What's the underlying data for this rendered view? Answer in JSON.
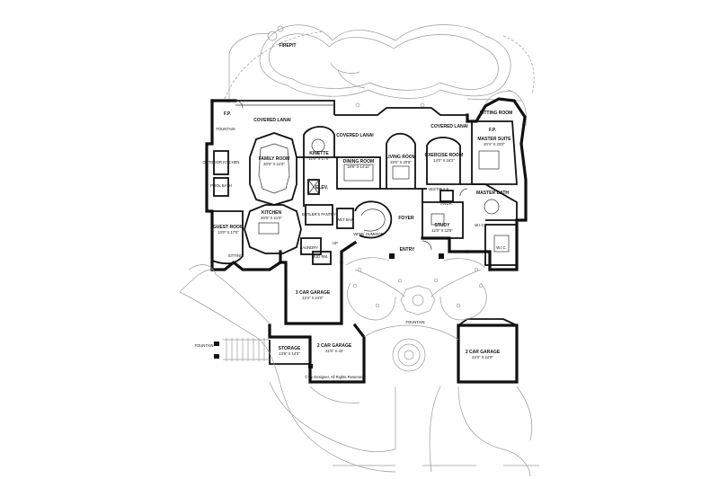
{
  "plan": {
    "rooms": [
      {
        "key": "firepit",
        "name": "FIREPIT",
        "dims": ""
      },
      {
        "key": "sitting_room_top",
        "name": "SITTING ROOM",
        "dims": ""
      },
      {
        "key": "fp_left",
        "name": "F.P.",
        "dims": ""
      },
      {
        "key": "fountain_lanai",
        "name": "FOUNTAIN",
        "dims": ""
      },
      {
        "key": "covered_lanai_left",
        "name": "COVERED LANAI",
        "dims": ""
      },
      {
        "key": "covered_lanai_center",
        "name": "COVERED LANAI",
        "dims": ""
      },
      {
        "key": "covered_lanai_right",
        "name": "COVERED LANAI",
        "dims": ""
      },
      {
        "key": "fp_right",
        "name": "F.P.",
        "dims": ""
      },
      {
        "key": "master_suite",
        "name": "MASTER SUITE",
        "dims": "20'4\" X 23'0\""
      },
      {
        "key": "outdoor_kitchen",
        "name": "OUTDOOR KITCHEN",
        "dims": ""
      },
      {
        "key": "family_room",
        "name": "FAMILY ROOM",
        "dims": "20'0\" X 21'0\""
      },
      {
        "key": "kinette",
        "name": "KINETTE",
        "dims": "12'6\" X 17'0\""
      },
      {
        "key": "dining_room",
        "name": "DINING ROOM",
        "dims": "18'8\" X 14'11\""
      },
      {
        "key": "living_room",
        "name": "LIVING ROOM",
        "dims": "19'0\" X 20'6\""
      },
      {
        "key": "exercise_room",
        "name": "EXERCISE ROOM",
        "dims": "14'0\" X 16'2\""
      },
      {
        "key": "pool_bath",
        "name": "POOL BATH",
        "dims": ""
      },
      {
        "key": "elev",
        "name": "ELEV.",
        "dims": ""
      },
      {
        "key": "vestibule",
        "name": "VESTIBULE",
        "dims": ""
      },
      {
        "key": "master_bath",
        "name": "MASTER BATH",
        "dims": ""
      },
      {
        "key": "kitchen",
        "name": "KITCHEN",
        "dims": "20'0\" X 21'0\""
      },
      {
        "key": "butlers_pantry",
        "name": "BUTLER'S PANTRY",
        "dims": ""
      },
      {
        "key": "pwdr",
        "name": "PWDR.",
        "dims": ""
      },
      {
        "key": "foyer",
        "name": "FOYER",
        "dims": ""
      },
      {
        "key": "wet_bar",
        "name": "WET BAR",
        "dims": ""
      },
      {
        "key": "study",
        "name": "STUDY",
        "dims": "12'0\" X 13'6\""
      },
      {
        "key": "guest_room",
        "name": "GUEST ROOM",
        "dims": "13'0\" X 17'0\""
      },
      {
        "key": "wic_master",
        "name": "W.I.C.",
        "dims": ""
      },
      {
        "key": "wic_second",
        "name": "W.I.C.",
        "dims": ""
      },
      {
        "key": "wine_humidor",
        "name": "WINE/ HUMIDOR",
        "dims": ""
      },
      {
        "key": "laundry",
        "name": "LAUNDRY",
        "dims": ""
      },
      {
        "key": "up",
        "name": "UP",
        "dims": ""
      },
      {
        "key": "sitting",
        "name": "SITTING",
        "dims": ""
      },
      {
        "key": "entry",
        "name": "ENTRY",
        "dims": ""
      },
      {
        "key": "mud_rm",
        "name": "MUD RM.",
        "dims": ""
      },
      {
        "key": "garage_3car",
        "name": "3 CAR GARAGE",
        "dims": "23'4\" X 24'0\""
      },
      {
        "key": "fountain_court",
        "name": "FOUNTAIN",
        "dims": ""
      },
      {
        "key": "fountain_left",
        "name": "FOUNTAIN",
        "dims": ""
      },
      {
        "key": "storage",
        "name": "STORAGE",
        "dims": "13'6\" X 14'0\""
      },
      {
        "key": "garage_2car_left",
        "name": "2 CAR GARAGE",
        "dims": "21'6\" X 23'"
      },
      {
        "key": "garage_2car_right",
        "name": "2 CAR GARAGE",
        "dims": "22'0\" X 22'0\""
      }
    ],
    "copyright": "© by Designer, All Rights Reserved"
  }
}
